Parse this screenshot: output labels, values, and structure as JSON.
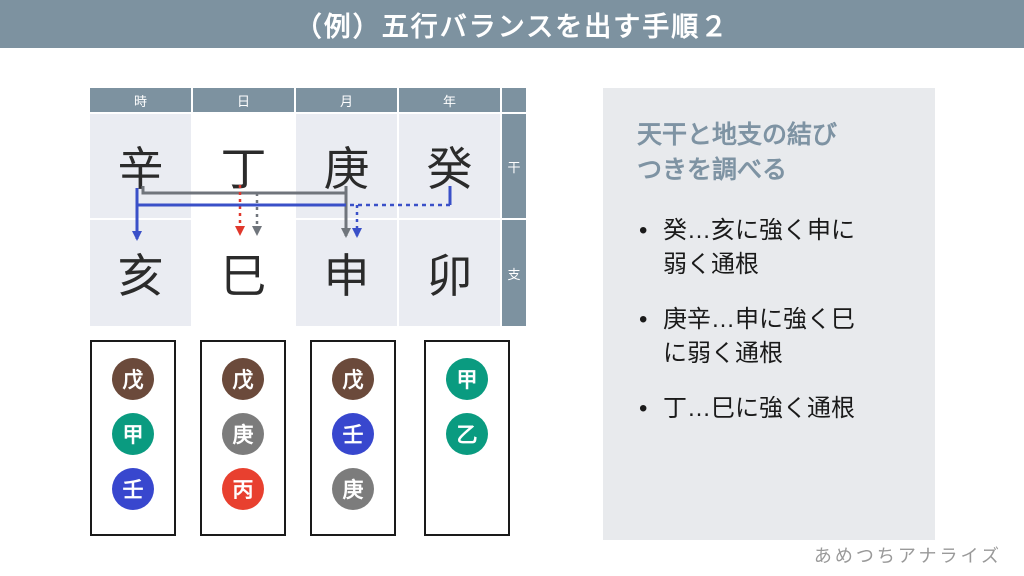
{
  "colors": {
    "header_bg": "#7D92A0",
    "table_header_bg": "#7D92A0",
    "shaded_col": "#EAECF2",
    "panel_bg": "#E8EAED",
    "panel_heading_text": "#7E93A3",
    "arrow_blue": "#3A50C8",
    "arrow_gray": "#70757C",
    "arrow_red": "#E0382C"
  },
  "header": {
    "title": "（例）五行バランスを出す手順２"
  },
  "pillar_table": {
    "col_headers": [
      "時",
      "日",
      "月",
      "年"
    ],
    "row_labels": {
      "stems": "干",
      "branches": "支"
    },
    "stems": [
      "辛",
      "丁",
      "庚",
      "癸"
    ],
    "branches": [
      "亥",
      "巳",
      "申",
      "卯"
    ]
  },
  "hidden_stem_boxes": [
    {
      "items": [
        {
          "char": "戊",
          "color": "#6B4A3B"
        },
        {
          "char": "甲",
          "color": "#0A9B80"
        },
        {
          "char": "壬",
          "color": "#3847CE"
        }
      ]
    },
    {
      "items": [
        {
          "char": "戊",
          "color": "#6B4A3B"
        },
        {
          "char": "庚",
          "color": "#7C7C7C"
        },
        {
          "char": "丙",
          "color": "#E8402F"
        }
      ]
    },
    {
      "items": [
        {
          "char": "戊",
          "color": "#6B4A3B"
        },
        {
          "char": "壬",
          "color": "#3847CE"
        },
        {
          "char": "庚",
          "color": "#7C7C7C"
        }
      ]
    },
    {
      "items": [
        {
          "char": "甲",
          "color": "#0A9B80"
        },
        {
          "char": "乙",
          "color": "#0A9B80"
        }
      ]
    }
  ],
  "notes_panel": {
    "heading_line1": "天干と地支の結び",
    "heading_line2": "つきを調べる",
    "bullets": [
      "癸…亥に強く申に弱く通根",
      "庚辛…申に強く巳に弱く通根",
      "丁…巳に強く通根"
    ]
  },
  "footer": {
    "brand": "あめつちアナライズ"
  }
}
